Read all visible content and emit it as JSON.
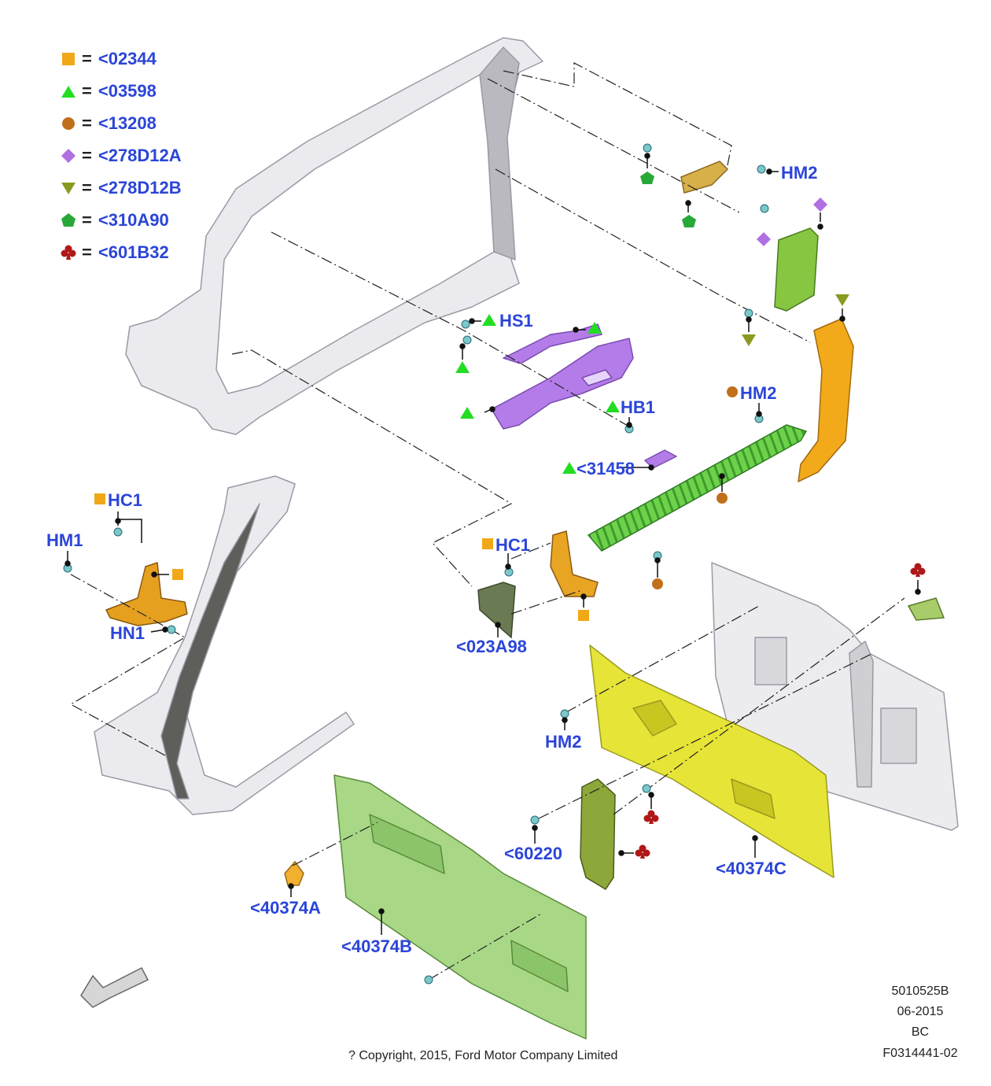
{
  "legend": [
    {
      "symbol": "square",
      "color": "#f0a818",
      "code": "<02344"
    },
    {
      "symbol": "triangle-up",
      "color": "#22dd22",
      "code": "<03598"
    },
    {
      "symbol": "circle",
      "color": "#c0701a",
      "code": "<13208"
    },
    {
      "symbol": "diamond",
      "color": "#b070e0",
      "code": "<278D12A"
    },
    {
      "symbol": "triangle-down",
      "color": "#8a9a20",
      "code": "<278D12B"
    },
    {
      "symbol": "pentagon",
      "color": "#28a838",
      "code": "<310A90"
    },
    {
      "symbol": "club",
      "color": "#b01818",
      "code": "<601B32"
    }
  ],
  "equals": "=",
  "callouts": {
    "hm2_top": "HM2",
    "hs1": "HS1",
    "hb1": "HB1",
    "hm2_mid": "HM2",
    "p31458": "<31458",
    "hc1_left": "HC1",
    "hm1": "HM1",
    "hn1": "HN1",
    "hc1_mid": "HC1",
    "p023a98": "<023A98",
    "hm2_low": "HM2",
    "p60220": "<60220",
    "p40374c": "<40374C",
    "p40374a": "<40374A",
    "p40374b": "<40374B"
  },
  "footer": {
    "copyright": "? Copyright, 2015, Ford Motor Company Limited",
    "line1": "5010525B",
    "line2": "06-2015",
    "line3": "BC",
    "line4": "F0314441-02"
  }
}
